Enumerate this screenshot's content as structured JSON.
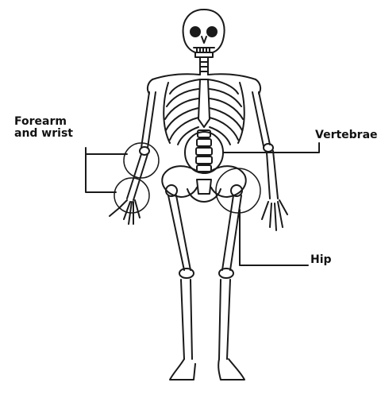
{
  "labels": {
    "forearm_line1": "Forearm",
    "forearm_line2": "and wrist",
    "vertebrae": "Vertebrae",
    "hip": "Hip"
  },
  "colors": {
    "ink": "#1a1a1a",
    "background": "#ffffff"
  }
}
